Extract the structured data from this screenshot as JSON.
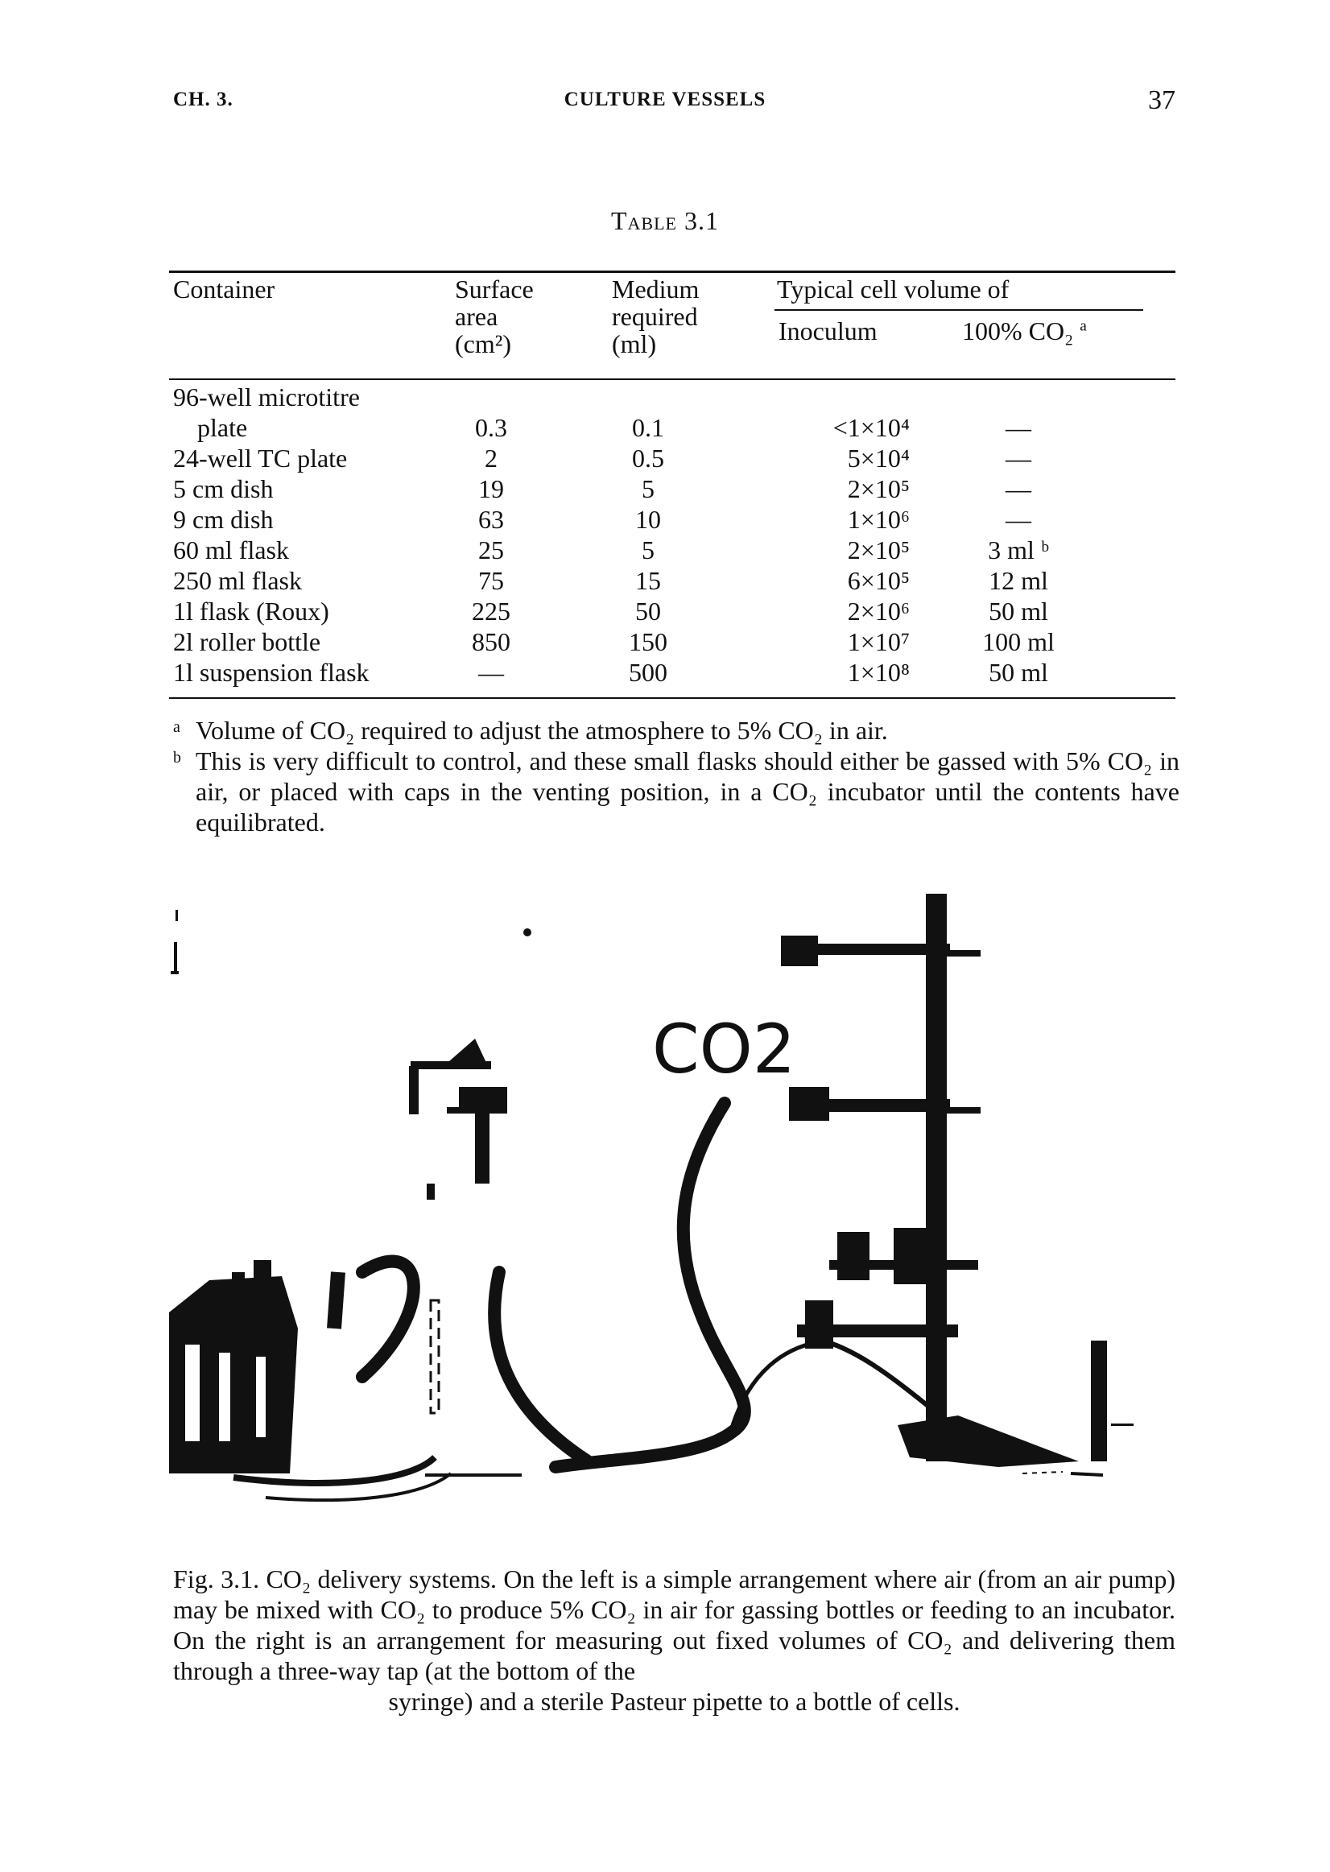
{
  "header": {
    "left": "CH. 3.",
    "center": "CULTURE VESSELS",
    "page_number": "37"
  },
  "table": {
    "title": "Table 3.1",
    "headers": {
      "container": "Container",
      "surface_line1": "Surface",
      "surface_line2": "area",
      "surface_line3": "(cm²)",
      "medium_line1": "Medium",
      "medium_line2": "required",
      "medium_line3": "(ml)",
      "typical": "Typical cell volume of",
      "inoculum": "Inoculum",
      "co2": "100% CO₂",
      "co2_mark": "a"
    },
    "rows": [
      {
        "container": "96-well microtitre",
        "surface": "",
        "medium": "",
        "inoculum": "",
        "co2": ""
      },
      {
        "container": "plate",
        "surface": "0.3",
        "medium": "0.1",
        "inoculum": "<1×10⁴",
        "co2": "—"
      },
      {
        "container": "24-well TC plate",
        "surface": "2",
        "medium": "0.5",
        "inoculum": "5×10⁴",
        "co2": "—"
      },
      {
        "container": "5 cm dish",
        "surface": "19",
        "medium": "5",
        "inoculum": "2×10⁵",
        "co2": "—"
      },
      {
        "container": "9 cm dish",
        "surface": "63",
        "medium": "10",
        "inoculum": "1×10⁶",
        "co2": "—"
      },
      {
        "container": "60 ml flask",
        "surface": "25",
        "medium": "5",
        "inoculum": "2×10⁵",
        "co2": "3 ml ᵇ"
      },
      {
        "container": "250 ml flask",
        "surface": "75",
        "medium": "15",
        "inoculum": "6×10⁵",
        "co2": "12 ml"
      },
      {
        "container": "1l flask (Roux)",
        "surface": "225",
        "medium": "50",
        "inoculum": "2×10⁶",
        "co2": "50 ml"
      },
      {
        "container": "2l roller bottle",
        "surface": "850",
        "medium": "150",
        "inoculum": "1×10⁷",
        "co2": "100 ml"
      },
      {
        "container": "1l suspension flask",
        "surface": "—",
        "medium": "500",
        "inoculum": "1×10⁸",
        "co2": "50 ml"
      }
    ]
  },
  "footnotes": [
    {
      "mark": "a",
      "text": "Volume of CO₂ required to adjust the atmosphere to 5% CO₂ in air."
    },
    {
      "mark": "b",
      "text": "This is very difficult to control, and these small flasks should either be gassed with 5% CO₂ in air, or placed with caps in the venting position, in a CO₂ incubator until the contents have equilibrated."
    }
  ],
  "figure": {
    "label_text": "CO2"
  },
  "caption": {
    "body": "Fig. 3.1. CO₂ delivery systems. On the left is a simple arrangement where air (from an air pump) may be mixed with CO₂ to produce 5% CO₂ in air for gassing bottles or feeding to an incubator. On the right is an arrangement for measuring out fixed volumes of CO₂ and delivering them through a three-way tap (at the bottom of the",
    "last_line": "syringe) and a sterile Pasteur pipette to a bottle of cells."
  }
}
